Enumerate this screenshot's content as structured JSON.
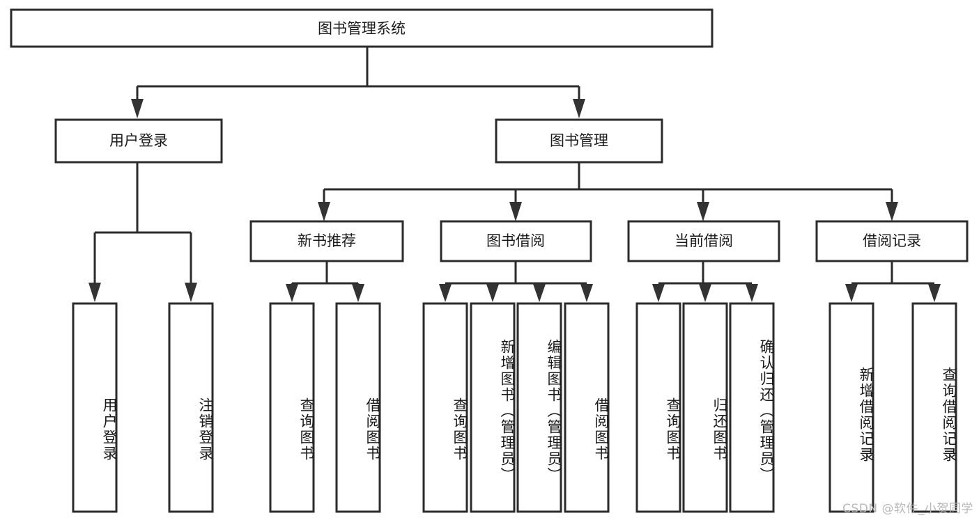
{
  "diagram": {
    "title": "图书管理系统",
    "type": "hierarchy-tree",
    "watermark": "CSDN @软件_小贺同学",
    "colors": {
      "box_stroke": "#2b2b2b",
      "box_fill": "#ffffff",
      "connector": "#2b2b2b",
      "text": "#1a1a1a",
      "watermark": "#b8b8b8",
      "background": "#ffffff"
    },
    "root": {
      "label": "图书管理系统"
    },
    "level2": [
      {
        "label": "用户登录"
      },
      {
        "label": "图书管理"
      }
    ],
    "level3": [
      {
        "label": "新书推荐"
      },
      {
        "label": "图书借阅"
      },
      {
        "label": "当前借阅"
      },
      {
        "label": "借阅记录"
      }
    ],
    "leaves": {
      "user_login": [
        {
          "label": "用户登录"
        },
        {
          "label": "注销登录"
        }
      ],
      "new_book_recommend": [
        {
          "label": "查询图书"
        },
        {
          "label": "借阅图书"
        }
      ],
      "book_borrow": [
        {
          "label": "查询图书"
        },
        {
          "label": "新增图书（管理员）"
        },
        {
          "label": "编辑图书（管理员）"
        },
        {
          "label": "借阅图书"
        }
      ],
      "current_borrow": [
        {
          "label": "查询图书"
        },
        {
          "label": "归还图书"
        },
        {
          "label": "确认归还（管理员）"
        }
      ],
      "borrow_record": [
        {
          "label": "新增借阅记录"
        },
        {
          "label": "查询借阅记录"
        }
      ]
    }
  }
}
